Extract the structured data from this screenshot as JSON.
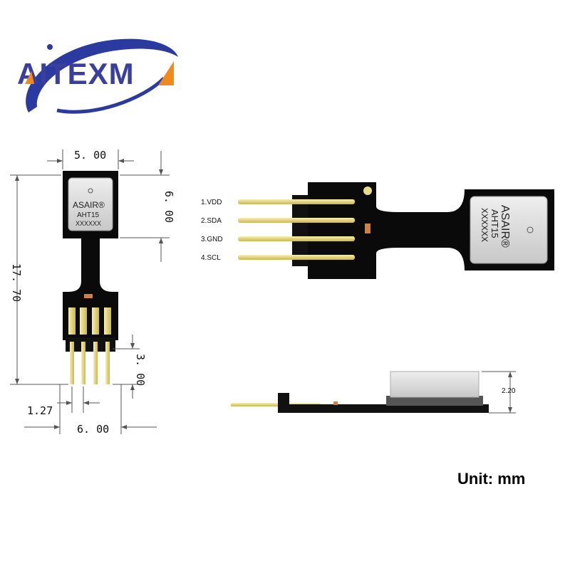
{
  "logo": {
    "text": "AITEXM",
    "colors": {
      "text": "#3a3f9c",
      "swoosh": "#2b3a9e",
      "accent": "#f08a1c"
    }
  },
  "chip": {
    "brand": "ASAIR",
    "reg": "®",
    "model": "AHT15",
    "serial": "XXXXXX"
  },
  "dimensions": {
    "top_width": "5. 00",
    "chip_height": "6. 00",
    "total_length": "17. 70",
    "pin_length": "3. 00",
    "pitch": "1.27",
    "connector_width": "6. 00",
    "side_height": "2.20"
  },
  "pins": [
    "1.VDD",
    "2.SDA",
    "3.GND",
    "4.SCL"
  ],
  "unit_label": "Unit: mm",
  "colors": {
    "pcb": "#0a0a0a",
    "gold": "#e8dc8c",
    "chip": "#d8d8d8",
    "line": "#555555"
  }
}
